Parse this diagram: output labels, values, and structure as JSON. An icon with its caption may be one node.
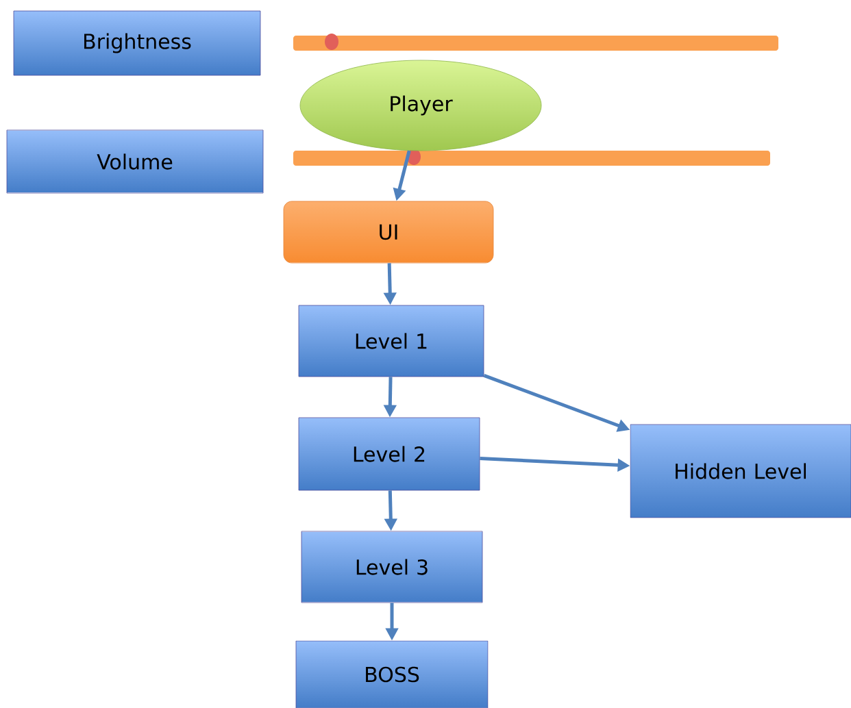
{
  "diagram": {
    "nodes": [
      {
        "text": [
          "Brightness"
        ]
      },
      {
        "text": [
          "Player"
        ]
      },
      {
        "text": [
          "Volume"
        ]
      },
      {
        "text": [
          "UI"
        ]
      },
      {
        "text": [
          "Level 1"
        ]
      },
      {
        "text": [
          "Level 2"
        ]
      },
      {
        "text": [
          "Hidden Level"
        ]
      },
      {
        "text": [
          "Level 3"
        ]
      },
      {
        "text": [
          "BOSS"
        ]
      }
    ],
    "edges": [
      {
        "from": 1,
        "to": 3,
        "arrow": "to"
      },
      {
        "from": 3,
        "to": 4,
        "arrow": "to"
      },
      {
        "from": 4,
        "to": 5,
        "arrow": "to"
      },
      {
        "from": 4,
        "to": 6,
        "arrow": "to"
      },
      {
        "from": 5,
        "to": 6,
        "arrow": "to"
      },
      {
        "from": 5,
        "to": 7,
        "arrow": "to"
      },
      {
        "from": 7,
        "to": 8,
        "arrow": "to"
      }
    ]
  }
}
